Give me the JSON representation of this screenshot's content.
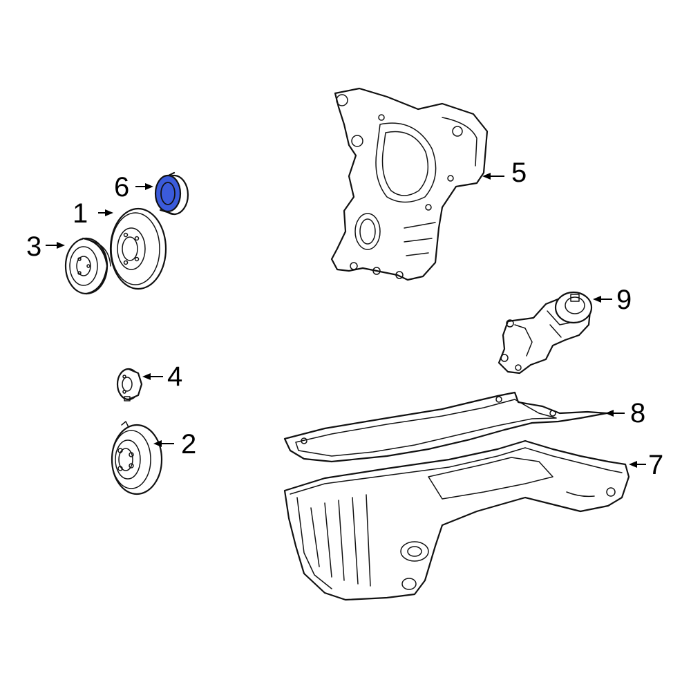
{
  "callouts": [
    {
      "id": "1",
      "label": "1"
    },
    {
      "id": "2",
      "label": "2"
    },
    {
      "id": "3",
      "label": "3"
    },
    {
      "id": "4",
      "label": "4"
    },
    {
      "id": "5",
      "label": "5"
    },
    {
      "id": "6",
      "label": "6"
    },
    {
      "id": "7",
      "label": "7"
    },
    {
      "id": "8",
      "label": "8"
    },
    {
      "id": "9",
      "label": "9"
    }
  ],
  "highlight_part": "6",
  "colors": {
    "highlight_fill": "#3b5bdb",
    "line": "#111111",
    "background": "#ffffff"
  }
}
